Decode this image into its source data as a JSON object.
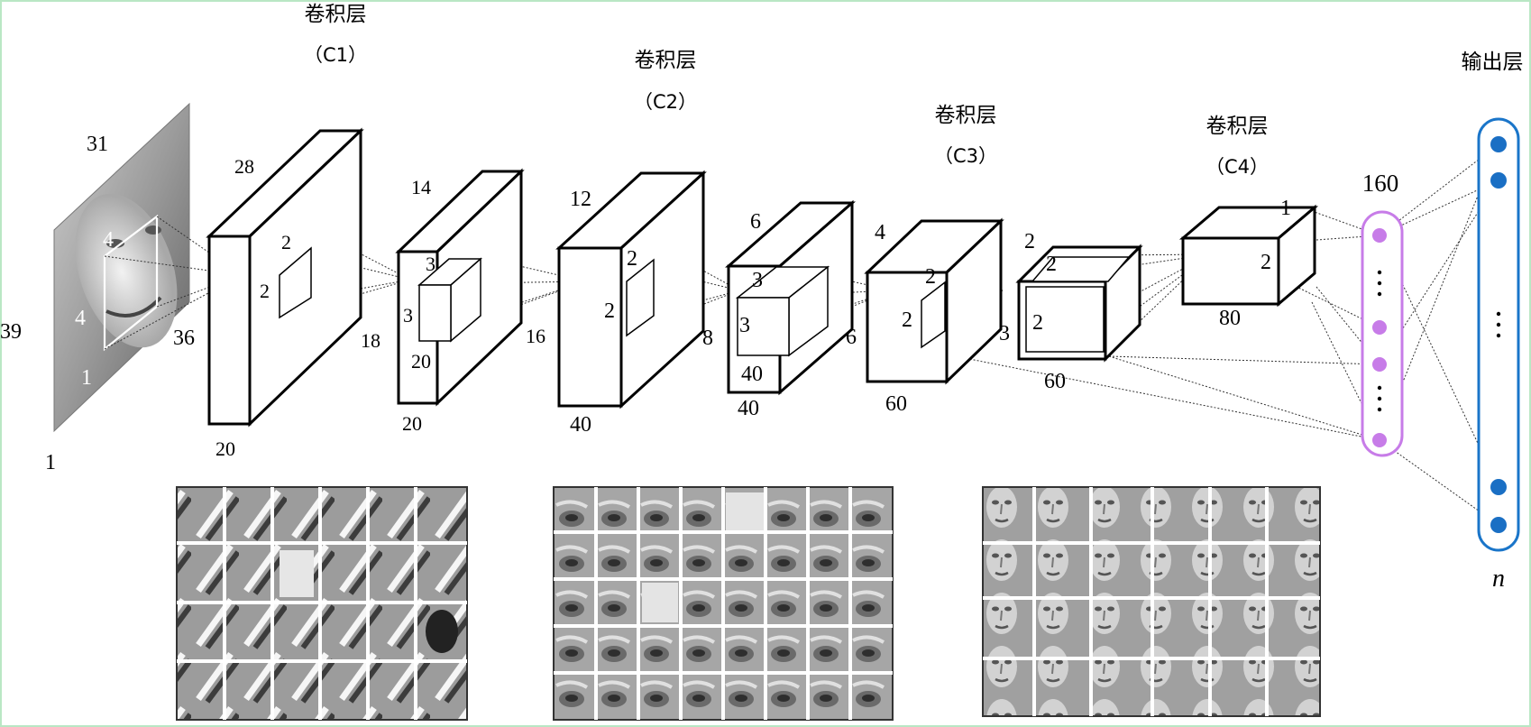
{
  "layers": {
    "c1": {
      "title": "卷积层",
      "sub": "（C1）"
    },
    "c2": {
      "title": "卷积层",
      "sub": "（C2）"
    },
    "c3": {
      "title": "卷积层",
      "sub": "（C3）"
    },
    "c4": {
      "title": "卷积层",
      "sub": "（C4）"
    },
    "out": {
      "title": "输出层"
    }
  },
  "input": {
    "top": "31",
    "left": "39",
    "bottom": "1",
    "side": "36",
    "k1": "4",
    "k2": "4",
    "k3": "1"
  },
  "c1": {
    "depth": "28",
    "width": "20",
    "height": "18",
    "k1": "2",
    "k2": "2"
  },
  "p1": {
    "depth": "14",
    "width": "20",
    "height": "16",
    "k1": "3",
    "k2": "3",
    "k3": "20"
  },
  "c2": {
    "depth": "12",
    "width": "40",
    "height": "8",
    "k1": "2",
    "k2": "2"
  },
  "p2": {
    "depth": "6",
    "width": "40",
    "height": "6",
    "k1": "3",
    "k2": "3",
    "k3": "40"
  },
  "c3": {
    "depth": "4",
    "width": "60",
    "height": "3",
    "k1": "2",
    "k2": "2"
  },
  "p3": {
    "depth": "2",
    "width": "60",
    "k1": "2",
    "k2": "2"
  },
  "c4": {
    "depth": "1",
    "width": "80",
    "k1": "2"
  },
  "fc": {
    "label": "160"
  },
  "output": {
    "label": "n"
  },
  "colors": {
    "fc": "#c77ce8",
    "output_border": "#1a75c9",
    "output_node": "#1a6fc4",
    "frame": "#b9e7c4"
  }
}
